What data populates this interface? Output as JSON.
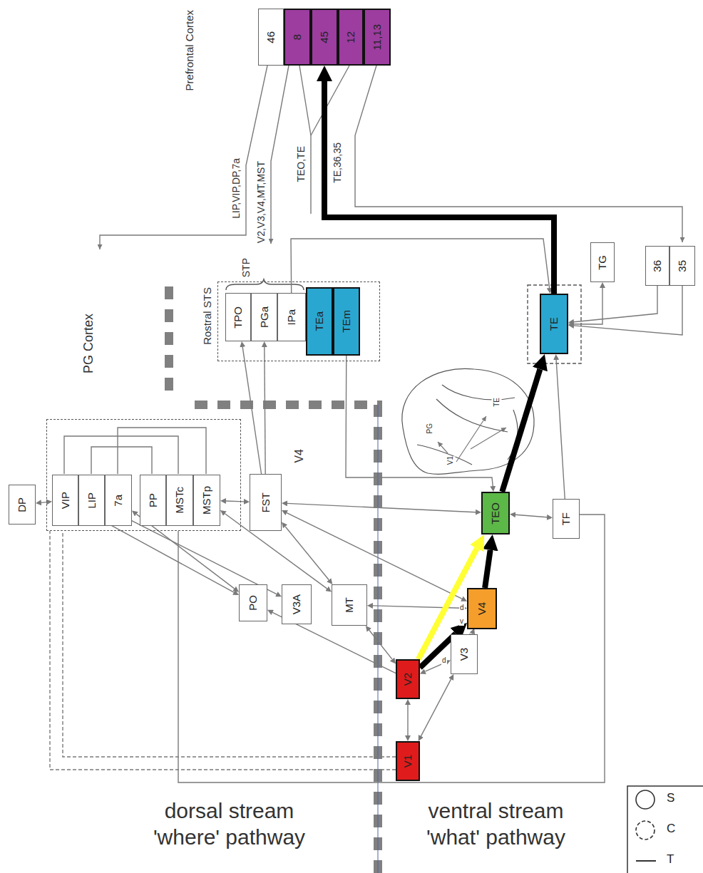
{
  "diagram": {
    "nodes": [
      {
        "text": [
          "46"
        ]
      },
      {
        "text": [
          "8"
        ]
      },
      {
        "text": [
          "45"
        ]
      },
      {
        "text": [
          "12"
        ]
      },
      {
        "text": [
          "11,13"
        ]
      },
      {
        "text": [
          "Rostral STS"
        ]
      },
      {
        "text": [
          "TPO"
        ],
        "in": 5
      },
      {
        "text": [
          "PGa"
        ],
        "in": 5
      },
      {
        "text": [
          "IPa"
        ],
        "in": 5
      },
      {
        "text": [
          "TEa"
        ],
        "in": 5
      },
      {
        "text": [
          "TEm"
        ],
        "in": 5
      },
      {
        "text": [
          "TE"
        ]
      },
      {
        "text": [
          "TG"
        ]
      },
      {
        "text": [
          "36"
        ]
      },
      {
        "text": [
          "35"
        ]
      },
      {
        "text": [
          "DP"
        ]
      },
      {
        "text": [
          "PG Cortex"
        ]
      },
      {
        "text": [
          "VIP"
        ],
        "in": 16
      },
      {
        "text": [
          "LIP"
        ],
        "in": 16
      },
      {
        "text": [
          "7a"
        ],
        "in": 16
      },
      {
        "text": [
          "PP"
        ],
        "in": 16
      },
      {
        "text": [
          "MSTc"
        ],
        "in": 16
      },
      {
        "text": [
          "MSTp"
        ],
        "in": 16
      },
      {
        "text": [
          "FST"
        ]
      },
      {
        "text": [
          "TEO"
        ]
      },
      {
        "text": [
          "TF"
        ]
      },
      {
        "text": [
          "PO"
        ]
      },
      {
        "text": [
          "V3A"
        ]
      },
      {
        "text": [
          "MT"
        ]
      },
      {
        "text": [
          "V4"
        ]
      },
      {
        "text": [
          "V3"
        ]
      },
      {
        "text": [
          "V2"
        ]
      },
      {
        "text": [
          "V1"
        ]
      }
    ],
    "edges": [
      {
        "from": 32,
        "to": 31,
        "arrow": "both"
      },
      {
        "from": 31,
        "to": 29,
        "arrow": "to"
      },
      {
        "from": 29,
        "to": 24,
        "arrow": "to"
      },
      {
        "from": 24,
        "to": 11,
        "arrow": "to"
      },
      {
        "from": 11,
        "to": 2,
        "arrow": "to"
      },
      {
        "from": 31,
        "to": 24,
        "arrow": "to"
      },
      {
        "from": 32,
        "to": 30,
        "arrow": "both"
      },
      {
        "from": 31,
        "to": 30,
        "arrow": "both"
      },
      {
        "from": 30,
        "to": 29,
        "arrow": "both"
      },
      {
        "from": 31,
        "to": 28,
        "arrow": "both"
      },
      {
        "from": 28,
        "to": 29,
        "arrow": "both"
      },
      {
        "from": 28,
        "to": 23,
        "arrow": "both"
      },
      {
        "from": 29,
        "to": 23,
        "arrow": "both"
      },
      {
        "from": 23,
        "to": 24,
        "arrow": "both"
      },
      {
        "from": 24,
        "to": 25,
        "arrow": "both"
      },
      {
        "from": 25,
        "to": 11,
        "arrow": "to"
      },
      {
        "from": 11,
        "to": 12,
        "arrow": "both"
      },
      {
        "from": 13,
        "to": 11,
        "arrow": "to"
      },
      {
        "from": 14,
        "to": 11,
        "arrow": "to"
      },
      {
        "from": 8,
        "to": 11,
        "arrow": "to"
      },
      {
        "from": 10,
        "to": 24,
        "arrow": "to"
      },
      {
        "from": 23,
        "to": 6,
        "arrow": "to"
      },
      {
        "from": 23,
        "to": 7,
        "arrow": "to"
      },
      {
        "from": 22,
        "to": 23,
        "arrow": "both"
      },
      {
        "from": 28,
        "to": 22,
        "arrow": "both"
      },
      {
        "from": 27,
        "to": 18,
        "arrow": "both"
      },
      {
        "from": 26,
        "to": 17,
        "arrow": "both"
      },
      {
        "from": 26,
        "to": 19,
        "arrow": "both"
      },
      {
        "from": 17,
        "to": 15,
        "arrow": "both"
      },
      {
        "from": 31,
        "to": 26,
        "arrow": "to"
      }
    ],
    "labels": [
      "Prefrontal Cortex",
      "LIP,VIP,DP,7a",
      "V2,V3,V4,MT,MST",
      "TEO,TE",
      "TE,36,35",
      "STP",
      "V4",
      "PG",
      "TE",
      "V1",
      "d",
      "d",
      "v",
      "dorsal stream 'where' pathway",
      "ventral stream 'what' pathway"
    ],
    "legend": [
      {
        "text": "S"
      },
      {
        "text": "C"
      },
      {
        "text": "T"
      }
    ]
  }
}
